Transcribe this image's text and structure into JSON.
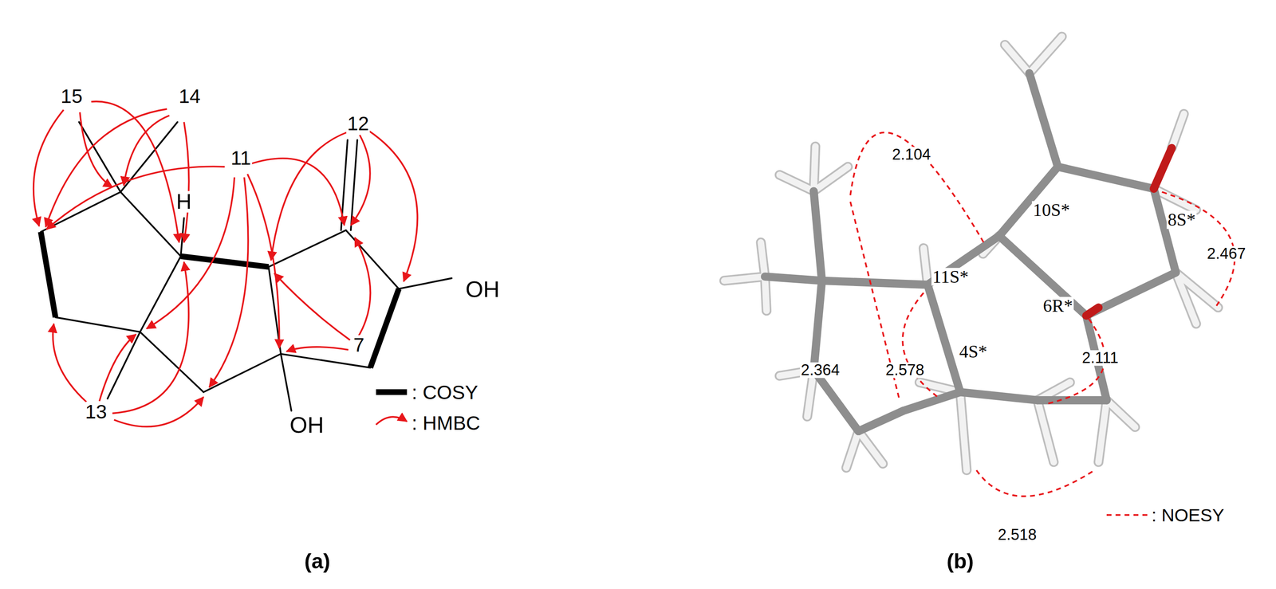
{
  "diagram": {
    "labels": [
      "15",
      "14",
      "12",
      "11",
      "H",
      "OH",
      "7",
      "OH",
      "13",
      "(a)",
      "2.104",
      "10S*",
      "8S*",
      "2.467",
      "11S*",
      "6R*",
      "2.364",
      "2.578",
      "4S*",
      "2.111",
      "2.518",
      "(b)"
    ],
    "legend": [
      {
        "text": ": COSY"
      },
      {
        "text": ": HMBC"
      },
      {
        "text": ": NOESY"
      }
    ]
  }
}
